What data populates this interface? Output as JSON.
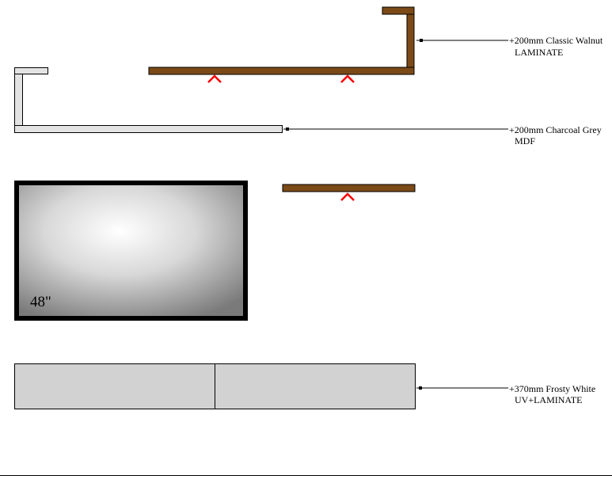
{
  "colors": {
    "walnut": "#7b4a17",
    "charcoal_grey": "#e3e3e3",
    "frosty_white": "#d2d2d2",
    "bracket": "#ff0000"
  },
  "labels": {
    "walnut": {
      "line1": "+200mm Classic Walnut",
      "line2": "LAMINATE"
    },
    "grey": {
      "line1": "+200mm Charcoal Grey",
      "line2": "MDF"
    },
    "white": {
      "line1": "+370mm Frosty White",
      "line2": "UV+LAMINATE"
    }
  },
  "tv": {
    "size_label": "48\""
  }
}
